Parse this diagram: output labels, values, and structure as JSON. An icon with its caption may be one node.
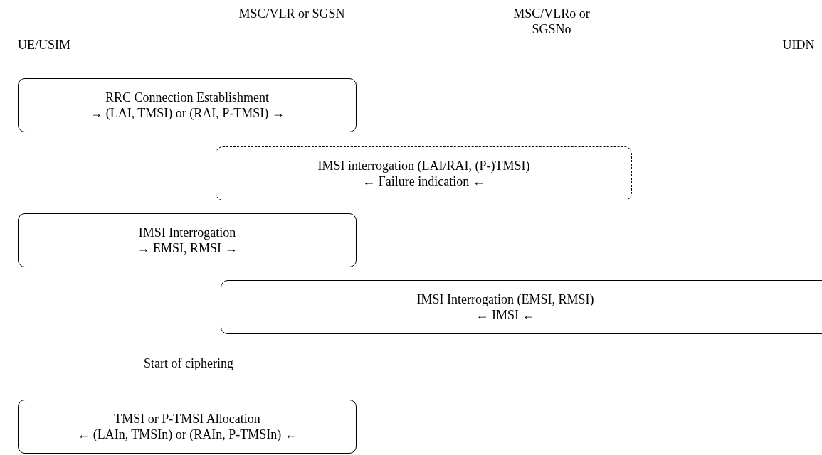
{
  "diagram": {
    "nodes": [
      {
        "text": [
          "RRC Connection Establishment",
          "→ (LAI, TMSI) or (RAI, P-TMSI) →"
        ]
      },
      {
        "text": [
          "IMSI interrogation (LAI/RAI, (P-)TMSI)",
          "← Failure indication ←"
        ]
      },
      {
        "text": [
          "IMSI Interrogation",
          "→ EMSI, RMSI →"
        ]
      },
      {
        "text": [
          "IMSI Interrogation (EMSI, RMSI)",
          "← IMSI ←"
        ]
      },
      {
        "text": [
          "TMSI or P-TMSI Allocation",
          "← (LAIn, TMSIn) or (RAIn, P-TMSIn) ←"
        ]
      }
    ],
    "edges": [],
    "labels": [
      "MSC/VLR or SGSN",
      "MSC/VLRo or SGSNo",
      "UE/USIM",
      "UIDN",
      "Start of ciphering"
    ]
  }
}
